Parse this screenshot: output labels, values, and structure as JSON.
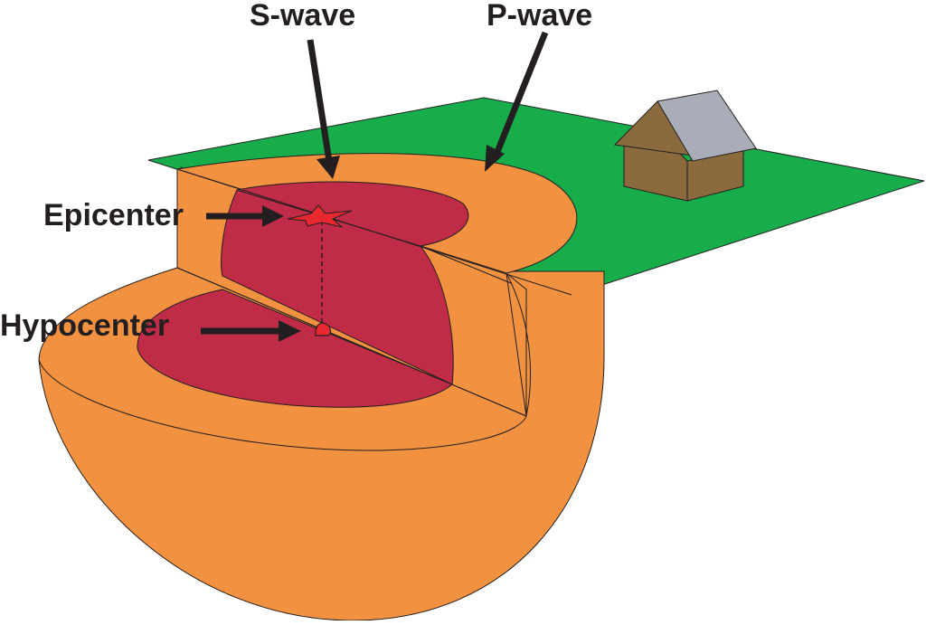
{
  "labels": {
    "s_wave": "S-wave",
    "p_wave": "P-wave",
    "epicenter": "Epicenter",
    "hypocenter": "Hypocenter"
  },
  "colors": {
    "ground": "#16ad4a",
    "outer_zone": "#f29240",
    "inner_zone": "#c02c47",
    "star": "#e8282e",
    "house_wall": "#8b6a3e",
    "house_roof": "#a9adb7",
    "arrow": "#231f20",
    "outline": "#231f20"
  }
}
